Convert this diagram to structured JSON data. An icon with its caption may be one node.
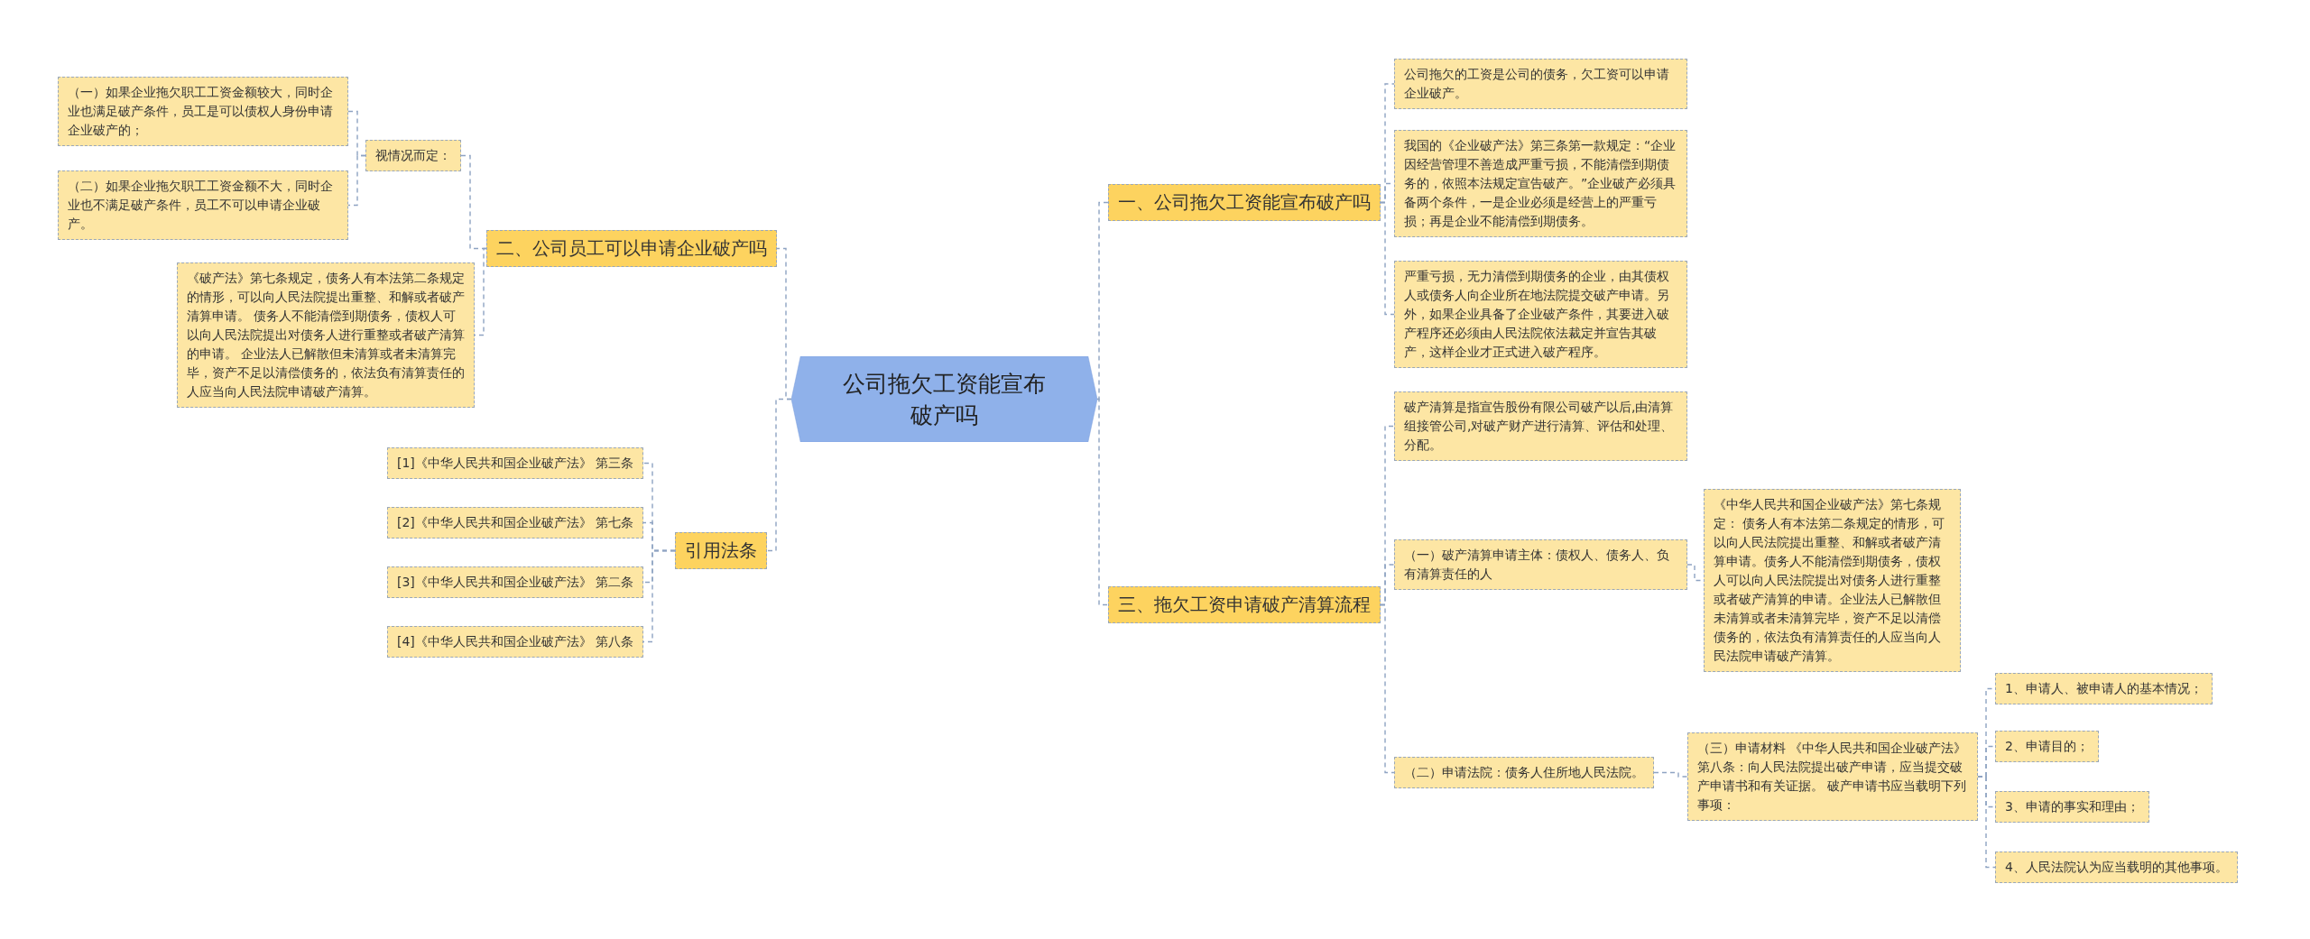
{
  "diagram": {
    "nodes": [
      {
        "text": [
          "公司拖欠工资能宣布破产吗"
        ]
      },
      {
        "text": [
          "一、公司拖欠工资能宣布破产吗"
        ]
      },
      {
        "text": [
          "公司拖欠的工资是公司的债务，欠工资可以申请企业破产。"
        ]
      },
      {
        "text": [
          "我国的《企业破产法》第三条第一款规定：“企业因经营管理不善造成严重亏损，不能清偿到期债务的，依照本法规定宣告破产。”企业破产必须具备两个条件，一是企业必须是经营上的严重亏损；再是企业不能清偿到期债务。"
        ]
      },
      {
        "text": [
          "严重亏损，无力清偿到期债务的企业，由其债权人或债务人向企业所在地法院提交破产申请。另外，如果企业具备了企业破产条件，其要进入破产程序还必须由人民法院依法裁定并宣告其破产，这样企业才正式进入破产程序。"
        ]
      },
      {
        "text": [
          "三、拖欠工资申请破产清算流程"
        ]
      },
      {
        "text": [
          "破产清算是指宣告股份有限公司破产以后,由清算组接管公司,对破产财产进行清算、评估和处理、分配。"
        ]
      },
      {
        "text": [
          "（一）破产清算申请主体：债权人、债务人、负有清算责任的人"
        ]
      },
      {
        "text": [
          "《中华人民共和国企业破产法》第七条规定： 债务人有本法第二条规定的情形，可以向人民法院提出重整、和解或者破产清算申请。债务人不能清偿到期债务，债权人可以向人民法院提出对债务人进行重整或者破产清算的申请。企业法人已解散但未清算或者未清算完毕，资产不足以清偿债务的，依法负有清算责任的人应当向人民法院申请破产清算。"
        ]
      },
      {
        "text": [
          "（二）申请法院：债务人住所地人民法院。"
        ]
      },
      {
        "text": [
          "（三）申请材料 《中华人民共和国企业破产法》第八条：向人民法院提出破产申请，应当提交破产申请书和有关证据。 破产申请书应当载明下列事项："
        ]
      },
      {
        "text": [
          "1、申请人、被申请人的基本情况；"
        ]
      },
      {
        "text": [
          "2、申请目的；"
        ]
      },
      {
        "text": [
          "3、申请的事实和理由；"
        ]
      },
      {
        "text": [
          "4、人民法院认为应当载明的其他事项。"
        ]
      },
      {
        "text": [
          "二、公司员工可以申请企业破产吗"
        ]
      },
      {
        "text": [
          "视情况而定："
        ]
      },
      {
        "text": [
          "（一）如果企业拖欠职工工资金额较大，同时企业也满足破产条件，员工是可以债权人身份申请企业破产的；"
        ]
      },
      {
        "text": [
          "（二）如果企业拖欠职工工资金额不大，同时企业也不满足破产条件，员工不可以申请企业破产。"
        ]
      },
      {
        "text": [
          "《破产法》第七条规定，债务人有本法第二条规定的情形，可以向人民法院提出重整、和解或者破产清算申请。 债务人不能清偿到期债务，债权人可以向人民法院提出对债务人进行重整或者破产清算的申请。 企业法人已解散但未清算或者未清算完毕，资产不足以清偿债务的，依法负有清算责任的人应当向人民法院申请破产清算。"
        ]
      },
      {
        "text": [
          "引用法条"
        ]
      },
      {
        "text": [
          "[1]《中华人民共和国企业破产法》 第三条"
        ]
      },
      {
        "text": [
          "[2]《中华人民共和国企业破产法》 第七条"
        ]
      },
      {
        "text": [
          "[3]《中华人民共和国企业破产法》 第二条"
        ]
      },
      {
        "text": [
          "[4]《中华人民共和国企业破产法》 第八条"
        ]
      }
    ],
    "edges": [
      {
        "from": 0,
        "to": 1,
        "arrow": "none"
      },
      {
        "from": 1,
        "to": 2,
        "arrow": "none"
      },
      {
        "from": 1,
        "to": 3,
        "arrow": "none"
      },
      {
        "from": 1,
        "to": 4,
        "arrow": "none"
      },
      {
        "from": 0,
        "to": 5,
        "arrow": "none"
      },
      {
        "from": 5,
        "to": 6,
        "arrow": "none"
      },
      {
        "from": 5,
        "to": 7,
        "arrow": "none"
      },
      {
        "from": 7,
        "to": 8,
        "arrow": "none"
      },
      {
        "from": 5,
        "to": 9,
        "arrow": "none"
      },
      {
        "from": 9,
        "to": 10,
        "arrow": "none"
      },
      {
        "from": 10,
        "to": 11,
        "arrow": "none"
      },
      {
        "from": 10,
        "to": 12,
        "arrow": "none"
      },
      {
        "from": 10,
        "to": 13,
        "arrow": "none"
      },
      {
        "from": 10,
        "to": 14,
        "arrow": "none"
      },
      {
        "from": 0,
        "to": 15,
        "arrow": "none"
      },
      {
        "from": 15,
        "to": 16,
        "arrow": "none"
      },
      {
        "from": 16,
        "to": 17,
        "arrow": "none"
      },
      {
        "from": 16,
        "to": 18,
        "arrow": "none"
      },
      {
        "from": 15,
        "to": 19,
        "arrow": "none"
      },
      {
        "from": 0,
        "to": 20,
        "arrow": "none"
      },
      {
        "from": 20,
        "to": 21,
        "arrow": "none"
      },
      {
        "from": 20,
        "to": 22,
        "arrow": "none"
      },
      {
        "from": 20,
        "to": 23,
        "arrow": "none"
      },
      {
        "from": 20,
        "to": 24,
        "arrow": "none"
      }
    ]
  }
}
